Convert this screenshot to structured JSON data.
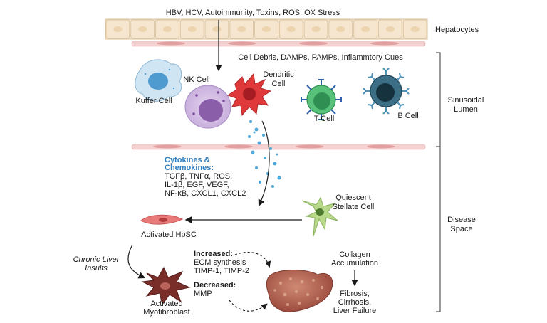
{
  "top_stimuli": "HBV, HCV, Autoimmunity, Toxins, ROS, OX Stress",
  "hepatocytes_label": "Hepatocytes",
  "cues_label": "Cell Debris, DAMPs, PAMPs, Inflammtory Cues",
  "cells": {
    "kuffer": "Kuffer Cell",
    "nk": "NK Cell",
    "dendritic": [
      "Dendritic",
      "Cell"
    ],
    "t": "T Cell",
    "b": "B Cell"
  },
  "regions": {
    "sinusoidal": [
      "Sinusoidal",
      "Lumen"
    ],
    "disease": [
      "Disease",
      "Space"
    ]
  },
  "cytokines": {
    "heading": [
      "Cytokines &",
      "Chemokines:"
    ],
    "lines": [
      "TGFβ, TNFα, ROS,",
      "IL-1β, EGF, VEGF,",
      "NF-κB, CXCL1, CXCL2"
    ]
  },
  "quiescent": [
    "Quiescent",
    "Stellate Cell"
  ],
  "activated_hpsc": "Activated HpSC",
  "chronic": [
    "Chronic Liver",
    "Insults"
  ],
  "increased": {
    "heading": "Increased:",
    "lines": [
      "ECM synthesis",
      "TIMP-1, TIMP-2"
    ]
  },
  "decreased": {
    "heading": "Decreased:",
    "lines": [
      "MMP"
    ]
  },
  "myofibroblast": [
    "Activated",
    "Myofibroblast"
  ],
  "collagen": [
    "Collagen",
    "Accumulation"
  ],
  "outcome": [
    "Fibrosis,",
    "Cirrhosis,",
    "Liver Failure"
  ],
  "colors": {
    "hepatocyte_fill": "#f6e6cf",
    "hepatocyte_stroke": "#d9c19c",
    "endothelium": "#f2c8c8",
    "cytokine_blue": "#2e7fc1",
    "myofibroblast": "#7a2e2a",
    "liver": "#b5665a"
  }
}
